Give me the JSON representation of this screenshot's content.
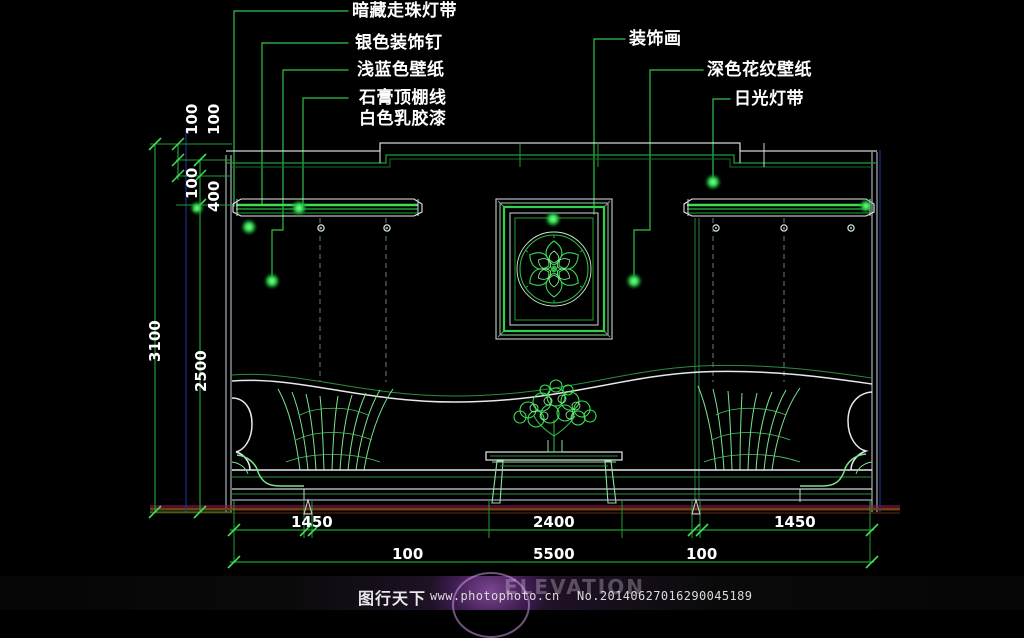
{
  "drawing": {
    "type": "cad-elevation",
    "title": "ELEVATION",
    "background_color": "#000000",
    "colors": {
      "green": "#00c83c",
      "bright_green": "#3cff5a",
      "white": "#e8e8e8",
      "grey": "#a8b0b8",
      "brown": "#7a3c14",
      "magenta": "#8a1060",
      "blue": "#2038a0"
    }
  },
  "annotations": [
    {
      "id": "a1",
      "label": "暗藏走珠灯带"
    },
    {
      "id": "a2",
      "label": "银色装饰钉"
    },
    {
      "id": "a3",
      "label": "浅蓝色壁纸"
    },
    {
      "id": "a4",
      "label": "石膏顶棚线"
    },
    {
      "id": "a5",
      "label": "白色乳胶漆"
    },
    {
      "id": "a6",
      "label": "装饰画"
    },
    {
      "id": "a7",
      "label": "深色花纹壁纸"
    },
    {
      "id": "a8",
      "label": "日光灯带"
    }
  ],
  "dimensions": {
    "vertical": [
      {
        "id": "v1",
        "value": "100"
      },
      {
        "id": "v2",
        "value": "100"
      },
      {
        "id": "v3",
        "value": "100"
      },
      {
        "id": "v4",
        "value": "400"
      },
      {
        "id": "v5",
        "value": "3100"
      },
      {
        "id": "v6",
        "value": "2500"
      }
    ],
    "horizontal_inner": [
      {
        "id": "h1",
        "value": "1450"
      },
      {
        "id": "h2",
        "value": "2400"
      },
      {
        "id": "h3",
        "value": "1450"
      }
    ],
    "horizontal_outer": [
      {
        "id": "h4",
        "value": "100"
      },
      {
        "id": "h5",
        "value": "5500"
      },
      {
        "id": "h6",
        "value": "100"
      }
    ]
  },
  "watermark": {
    "title": "ELEVATION",
    "site_cn": "图行天下",
    "url": "www.photophoto.cn",
    "number": "No.20140627016290045189"
  }
}
